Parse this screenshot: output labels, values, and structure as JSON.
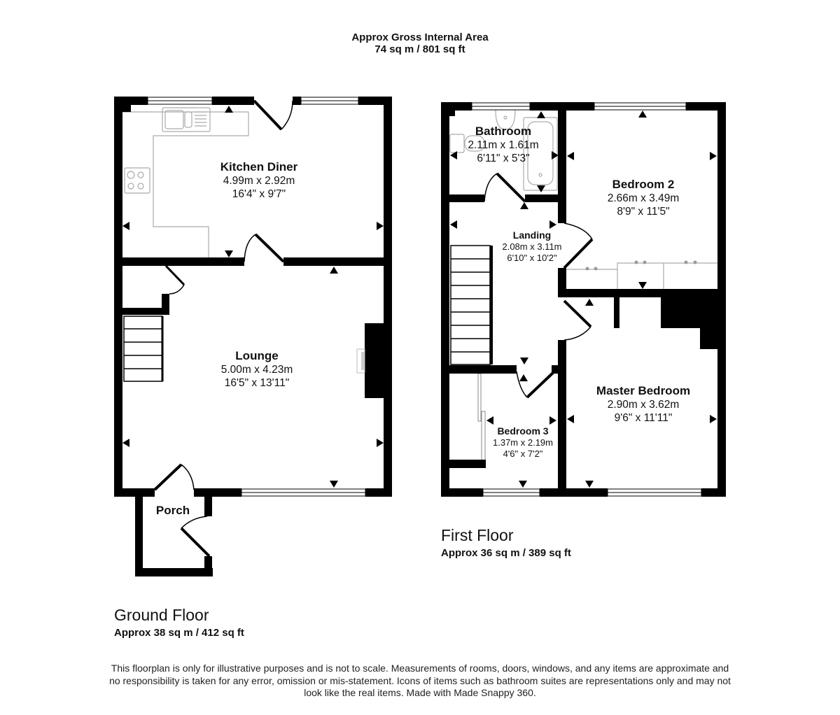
{
  "header": {
    "title": "Approx Gross Internal Area",
    "area": "74 sq m / 801 sq ft"
  },
  "floors": {
    "ground": {
      "title": "Ground Floor",
      "area": "Approx 38 sq m / 412 sq ft",
      "rooms": {
        "kitchen": {
          "name": "Kitchen Diner",
          "metric": "4.99m x 2.92m",
          "imperial": "16'4\" x 9'7\""
        },
        "lounge": {
          "name": "Lounge",
          "metric": "5.00m x 4.23m",
          "imperial": "16'5\" x 13'11\""
        },
        "porch": {
          "name": "Porch"
        }
      }
    },
    "first": {
      "title": "First Floor",
      "area": "Approx 36 sq m / 389 sq ft",
      "rooms": {
        "bathroom": {
          "name": "Bathroom",
          "metric": "2.11m x 1.61m",
          "imperial": "6'11\" x 5'3\""
        },
        "bedroom2": {
          "name": "Bedroom 2",
          "metric": "2.66m x 3.49m",
          "imperial": "8'9\" x 11'5\""
        },
        "landing": {
          "name": "Landing",
          "metric": "2.08m x 3.11m",
          "imperial": "6'10\" x 10'2\""
        },
        "bedroom3": {
          "name": "Bedroom 3",
          "metric": "1.37m x 2.19m",
          "imperial": "4'6\" x 7'2\""
        },
        "master": {
          "name": "Master Bedroom",
          "metric": "2.90m x 3.62m",
          "imperial": "9'6\" x 11'11\""
        }
      }
    }
  },
  "disclaimer": "This floorplan is only for illustrative purposes and is not to scale. Measurements of rooms, doors, windows, and any items are approximate and no responsibility is taken for any error, omission or mis-statement. Icons of items such as bathroom suites are representations only and may not look like the real items. Made with Made Snappy 360.",
  "colors": {
    "wall": "#000000",
    "fixture": "#aaaaaa",
    "background": "#ffffff"
  }
}
